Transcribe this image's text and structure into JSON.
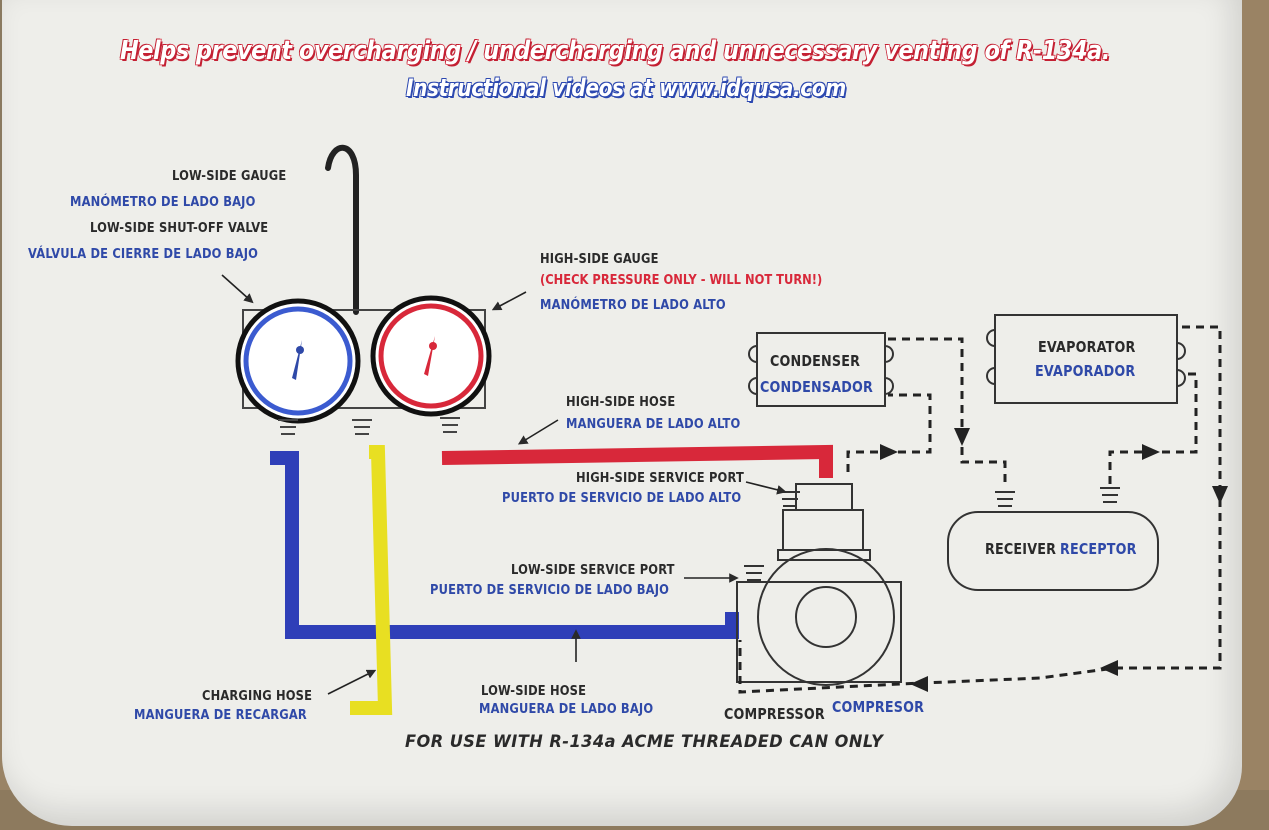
{
  "header": {
    "headline": "Helps prevent overcharging / undercharging and unnecessary venting of R-134a.",
    "subheadline": "Instructional videos at www.idqusa.com"
  },
  "gauges": {
    "low_side_gauge_en": "LOW-SIDE GAUGE",
    "low_side_gauge_es": "MANÓMETRO DE LADO BAJO",
    "low_side_valve_en": "LOW-SIDE SHUT-OFF VALVE",
    "low_side_valve_es": "VÁLVULA DE CIERRE DE LADO BAJO",
    "high_side_gauge_en": "HIGH-SIDE GAUGE",
    "high_side_gauge_note": "(CHECK PRESSURE ONLY - WILL NOT TURN!)",
    "high_side_gauge_es": "MANÓMETRO DE LADO ALTO"
  },
  "hoses": {
    "high_side_hose_en": "HIGH-SIDE HOSE",
    "high_side_hose_es": "MANGUERA DE LADO ALTO",
    "charging_hose_en": "CHARGING HOSE",
    "charging_hose_es": "MANGUERA DE RECARGAR",
    "low_side_hose_en": "LOW-SIDE HOSE",
    "low_side_hose_es": "MANGUERA DE LADO BAJO"
  },
  "ports": {
    "high_side_port_en": "HIGH-SIDE SERVICE PORT",
    "high_side_port_es": "PUERTO DE SERVICIO DE LADO ALTO",
    "low_side_port_en": "LOW-SIDE SERVICE PORT",
    "low_side_port_es": "PUERTO DE SERVICIO DE LADO BAJO"
  },
  "components": {
    "condenser_en": "CONDENSER",
    "condenser_es": "CONDENSADOR",
    "evaporator_en": "EVAPORATOR",
    "evaporator_es": "EVAPORADOR",
    "receiver_en": "RECEIVER",
    "receiver_es": "RECEPTOR",
    "compressor_en": "COMPRESSOR",
    "compressor_es": "COMPRESOR"
  },
  "footer": "FOR USE WITH R-134a ACME THREADED CAN ONLY",
  "colors": {
    "red": "#d8283a",
    "blue": "#2f49a8",
    "yellow": "#e8df22",
    "ink": "#2a2a2a"
  }
}
